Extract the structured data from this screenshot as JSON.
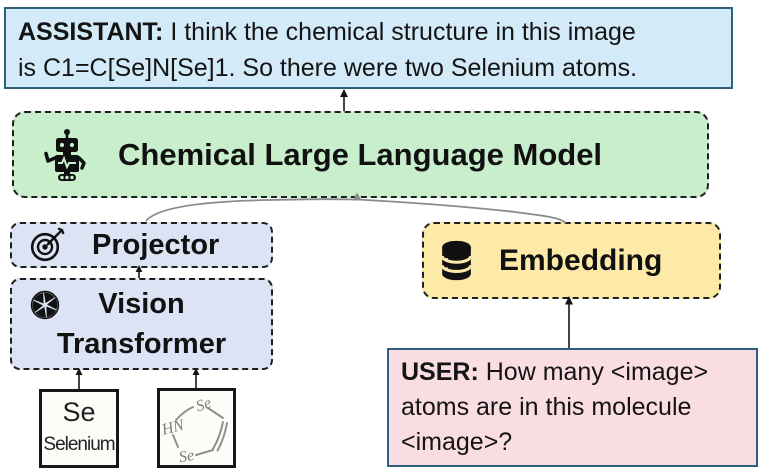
{
  "assistant_message": {
    "speaker": "ASSISTANT:",
    "line1": "I think the chemical structure in this image",
    "line2": "is C1=C[Se]N[Se]1. So there were two Selenium atoms."
  },
  "llm_box": {
    "label": "Chemical Large Language Model",
    "icon": "robot-icon"
  },
  "projector_box": {
    "label": "Projector",
    "icon": "target-dart-icon"
  },
  "vision_transformer_box": {
    "label_line1": "Vision",
    "label_line2": "Transformer",
    "icon": "aperture-icon"
  },
  "embedding_box": {
    "label": "Embedding",
    "icon": "database-icon"
  },
  "user_message": {
    "speaker": "USER:",
    "line1": "How many <image>",
    "line2": "atoms are in this molecule",
    "line3": "<image>?"
  },
  "element_tile": {
    "symbol": "Se",
    "name": "Selenium"
  },
  "molecule_tile": {
    "atom_top": "Se",
    "atom_left": "HN",
    "atom_bottom": "Se"
  },
  "colors": {
    "assistant_bg": "#d3eaf8",
    "user_bg": "#fadde2",
    "message_border": "#2e5f7d",
    "llm_bg": "#c8eecb",
    "module_bg": "#dbe3f4",
    "embedding_bg": "#fdeaa8",
    "dashed_border": "#1f1f1f",
    "connector_gray": "#8a8a8a",
    "arrow_black": "#161616"
  }
}
